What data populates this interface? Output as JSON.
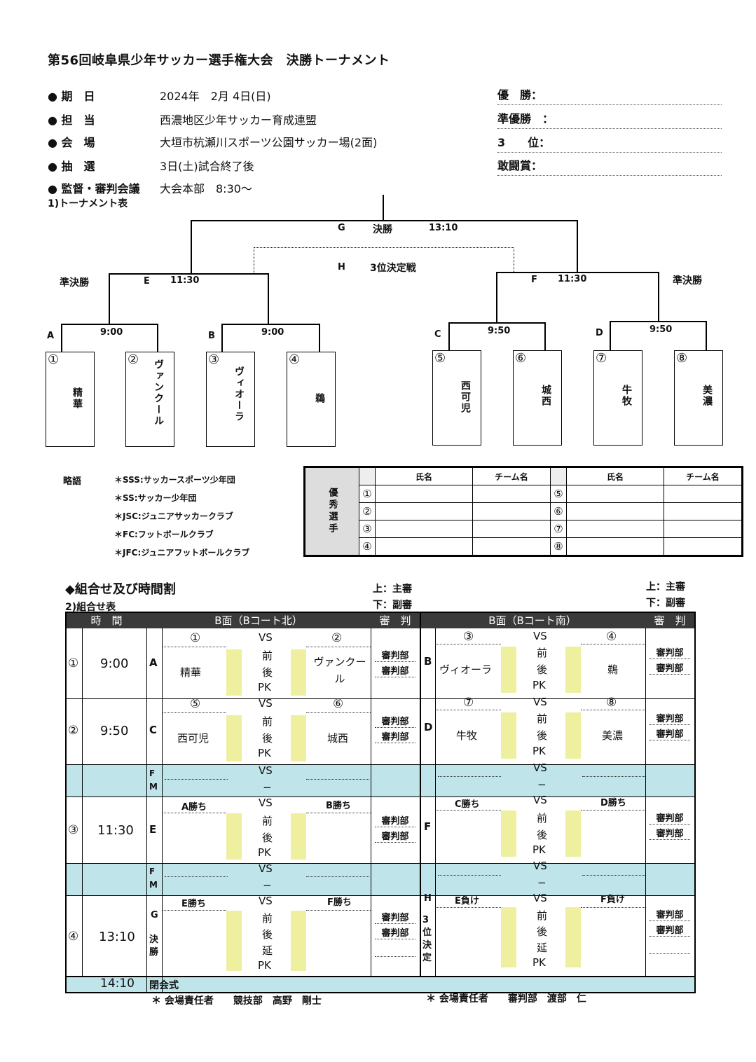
{
  "title": "第56回岐阜県少年サッカー選手権大会　決勝トーナメント",
  "info": [
    {
      "label": "● 期　日",
      "value": "2024年　2月 4日(日)"
    },
    {
      "label": "● 担　当",
      "value": "西濃地区少年サッカー育成連盟"
    },
    {
      "label": "● 会　場",
      "value": "大垣市杭瀬川スポーツ公園サッカー場(2面)"
    },
    {
      "label": "● 抽　選",
      "value": "3日(土)試合終了後"
    },
    {
      "label": "● 監督・審判会議",
      "value": "大会本部　8:30〜"
    }
  ],
  "ranks": [
    "優　勝：",
    "準優勝　：",
    "3　　位：",
    "敢闘賞："
  ],
  "bracket_title": "1)トーナメント表",
  "bracket": {
    "final": {
      "code": "G",
      "name": "決勝",
      "time": "13:10"
    },
    "third": {
      "code": "H",
      "name": "3位決定戦"
    },
    "semi_label": "準決勝",
    "E": {
      "code": "E",
      "time": "11:30"
    },
    "F": {
      "code": "F",
      "time": "11:30"
    },
    "A": {
      "code": "A",
      "time": "9:00"
    },
    "B": {
      "code": "B",
      "time": "9:00"
    },
    "C": {
      "code": "C",
      "time": "9:50"
    },
    "D": {
      "code": "D",
      "time": "9:50"
    },
    "teams": [
      {
        "num": "①",
        "name": "精華"
      },
      {
        "num": "②",
        "name": "ヴァンクール"
      },
      {
        "num": "③",
        "name": "ヴィオーラ"
      },
      {
        "num": "④",
        "name": "鵜"
      },
      {
        "num": "⑤",
        "name": "西可児"
      },
      {
        "num": "⑥",
        "name": "城西"
      },
      {
        "num": "⑦",
        "name": "牛牧"
      },
      {
        "num": "⑧",
        "name": "美濃"
      }
    ]
  },
  "abbr_title": "略語",
  "abbr": [
    "＊SSS:サッカースポーツ少年団",
    "＊SS:サッカー少年団",
    "＊JSC:ジュニアサッカークラブ",
    "＊FC:フットボールクラブ",
    "＊JFC:ジュニアフットボールクラブ"
  ],
  "best": {
    "side_label": "優秀選手",
    "col_name": "氏名",
    "col_team": "チーム名",
    "left_nums": [
      "①",
      "②",
      "③",
      "④"
    ],
    "right_nums": [
      "⑤",
      "⑥",
      "⑦",
      "⑧"
    ]
  },
  "schedule_title": "◆組合せ及び時間割",
  "schedule_sub": "2)組合せ表",
  "ref_note": {
    "main": "上：主審",
    "sub": "下：副審"
  },
  "schedule_header": {
    "time": "時　間",
    "left": "B面（Bコート北）",
    "right": "B面（Bコート南）",
    "ref": "審　判"
  },
  "rows": [
    {
      "no": "①",
      "time": "9:00",
      "lcode": "A",
      "lnum1": "①",
      "lnum2": "②",
      "lt1": "精華",
      "lt2": "ヴァンクール",
      "rcode": "B",
      "rnum1": "③",
      "rnum2": "④",
      "rt1": "ヴィオーラ",
      "rt2": "鵜"
    },
    {
      "no": "②",
      "time": "9:50",
      "lcode": "C",
      "lnum1": "⑤",
      "lnum2": "⑥",
      "lt1": "西可児",
      "lt2": "城西",
      "rcode": "D",
      "rnum1": "⑦",
      "rnum2": "⑧",
      "rt1": "牛牧",
      "rt2": "美濃"
    },
    {
      "no": "③",
      "time": "11:30",
      "lcode": "E",
      "lt1": "A勝ち",
      "lt2": "B勝ち",
      "rcode": "F",
      "rt1": "C勝ち",
      "rt2": "D勝ち"
    },
    {
      "no": "④",
      "time": "13:10",
      "lcode": "G",
      "lcode2": "決勝",
      "lt1": "E勝ち",
      "lt2": "F勝ち",
      "rcode": "H",
      "rcode2": "3位決定",
      "rt1": "E負け",
      "rt2": "F負け"
    }
  ],
  "vs": "VS",
  "mae": "前",
  "ato": "後",
  "en": "延",
  "pk": "PK",
  "dash": "−",
  "fm": "F M",
  "referee": "審判部",
  "closing": {
    "time": "14:10",
    "label": "閉会式"
  },
  "footer_left": "＊ 会場責任者　　競技部　高野　剛士",
  "footer_right": "＊ 会場責任者　　審判部　渡部　仁"
}
